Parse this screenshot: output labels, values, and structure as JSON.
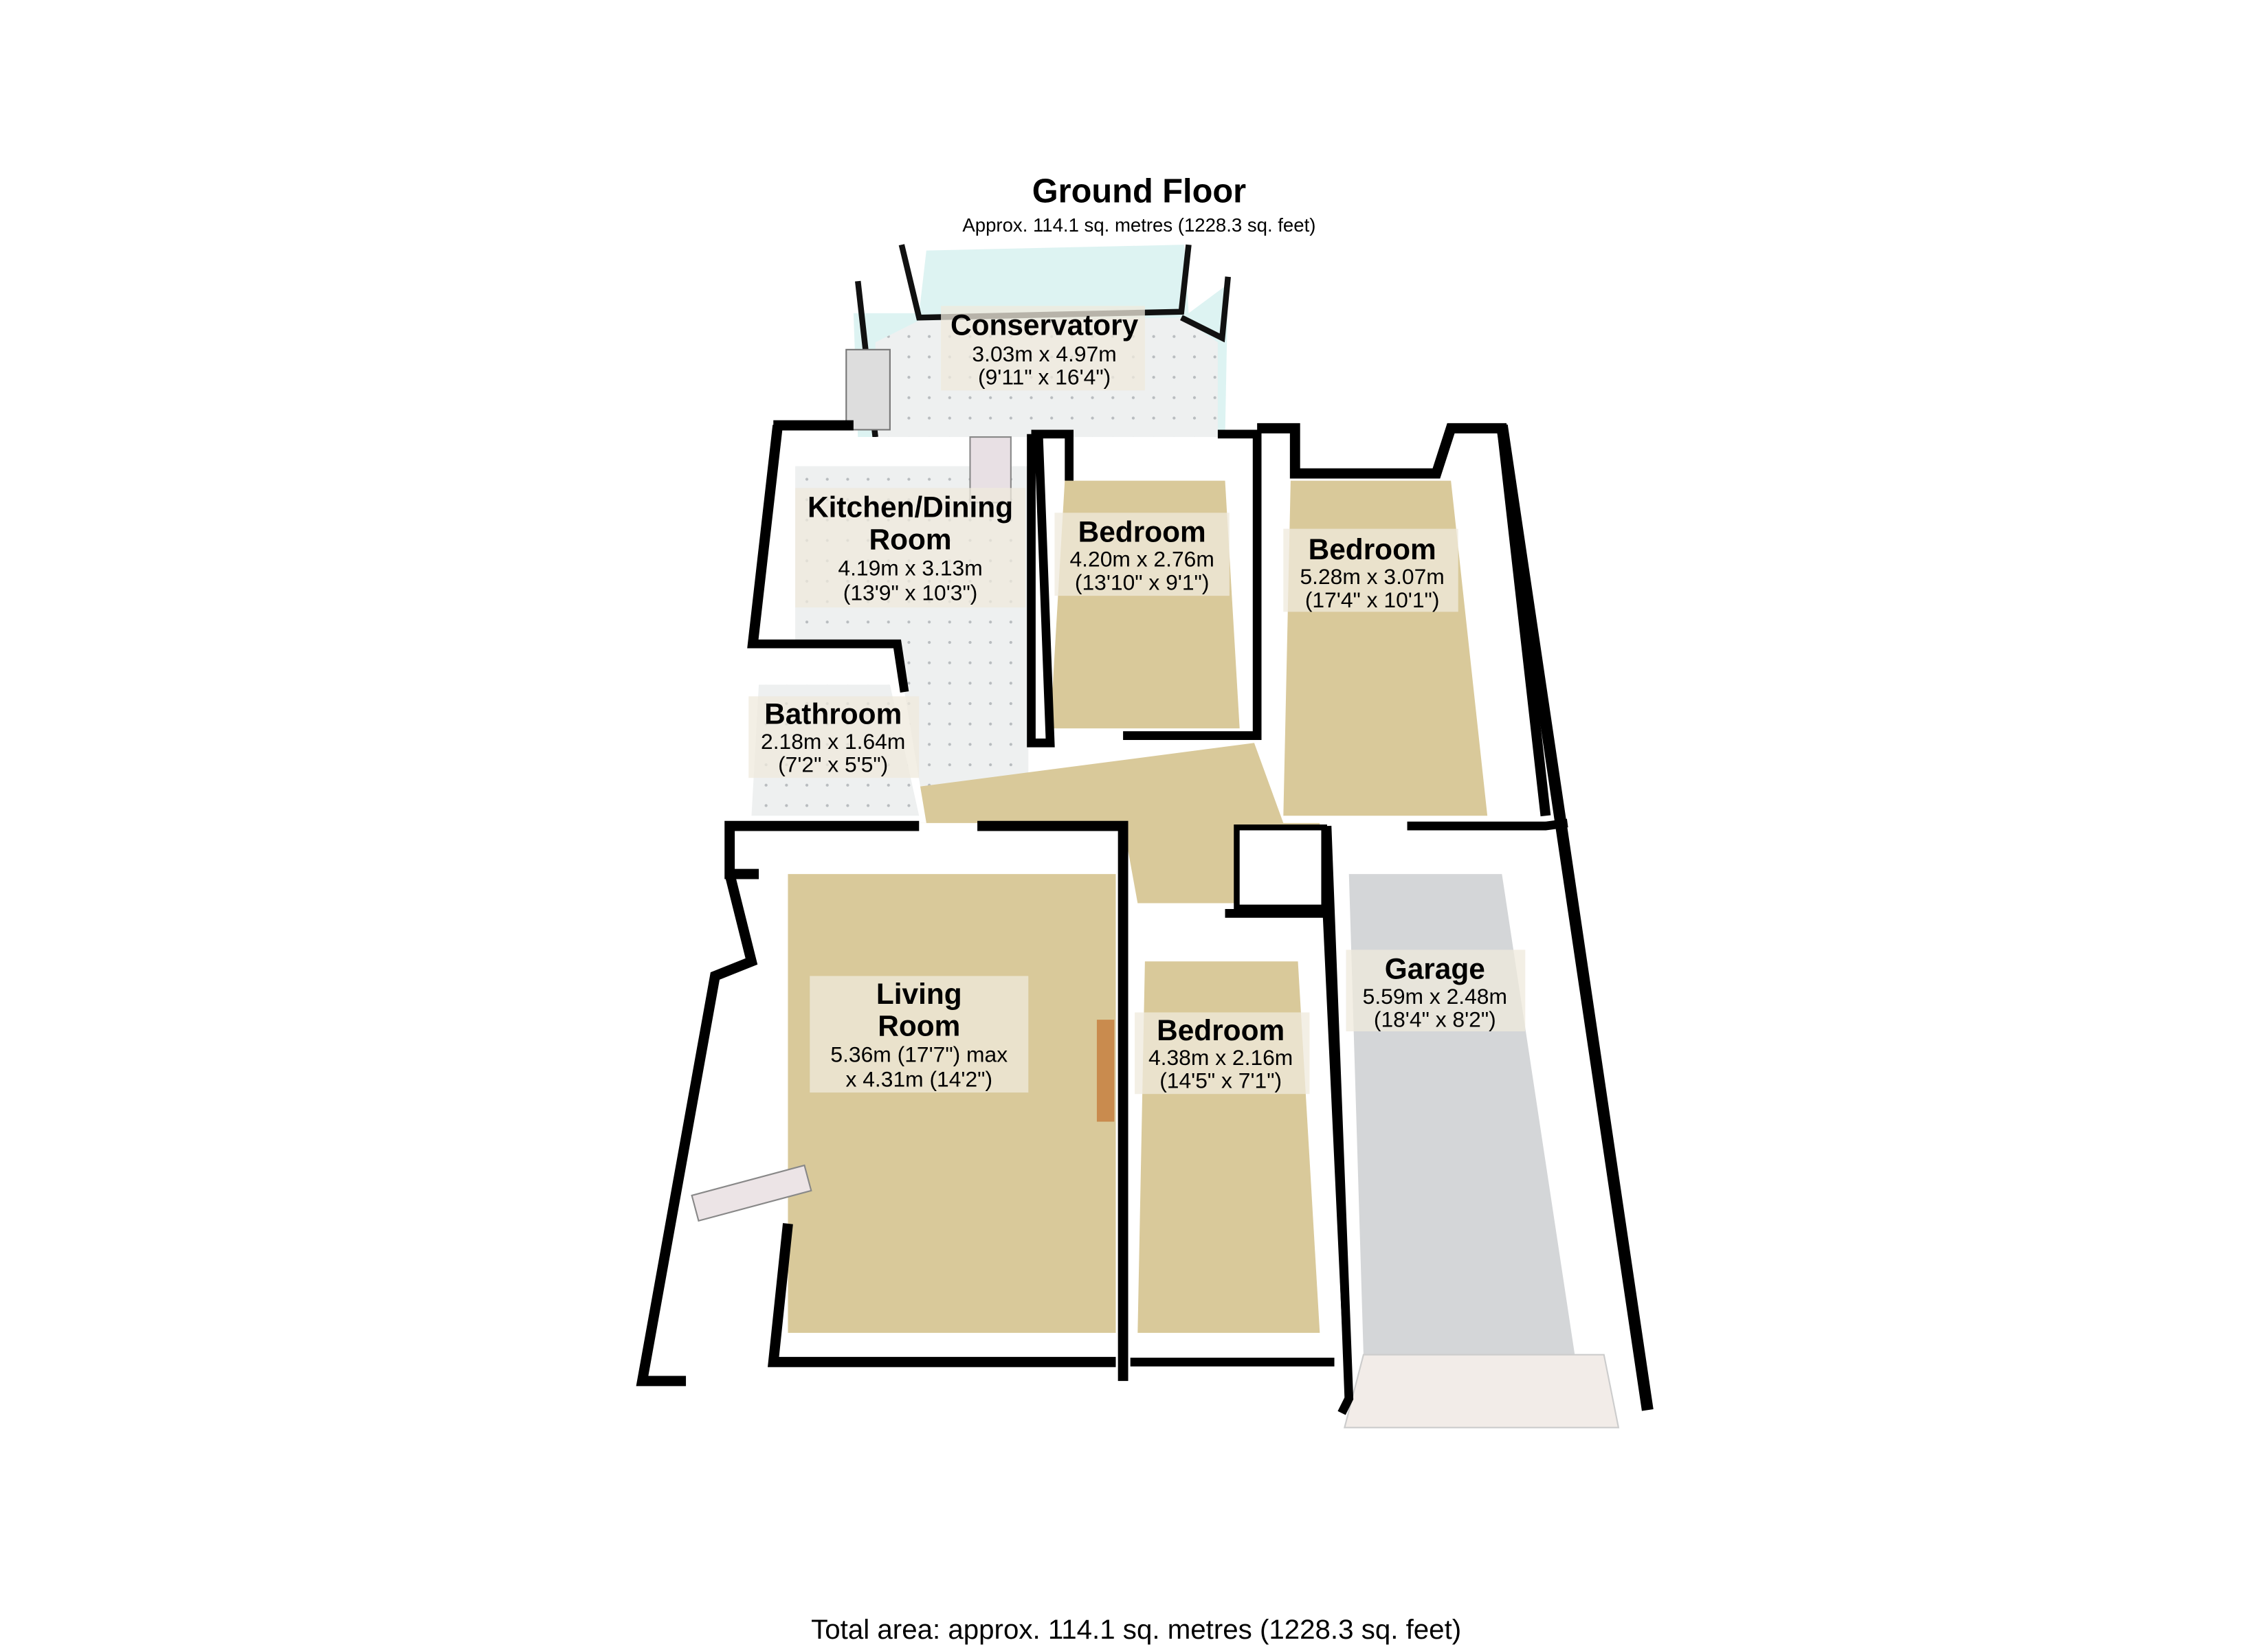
{
  "header": {
    "title": "Ground Floor",
    "subtitle": "Approx. 114.1 sq. metres (1228.3 sq. feet)"
  },
  "rooms": [
    {
      "name": "Conservatory",
      "dims_metric": "3.03m x 4.97m",
      "dims_imperial": "(9'11\" x 16'4\")"
    },
    {
      "name_line1": "Kitchen/Dining",
      "name_line2": "Room",
      "dims_metric": "4.19m x 3.13m",
      "dims_imperial": "(13'9\" x 10'3\")"
    },
    {
      "name": "Bedroom",
      "dims_metric": "4.20m x 2.76m",
      "dims_imperial": "(13'10\" x 9'1\")"
    },
    {
      "name": "Bedroom",
      "dims_metric": "5.28m x 3.07m",
      "dims_imperial": "(17'4\" x 10'1\")"
    },
    {
      "name": "Bathroom",
      "dims_metric": "2.18m x 1.64m",
      "dims_imperial": "(7'2\" x 5'5\")"
    },
    {
      "name_line1": "Living",
      "name_line2": "Room",
      "dims_line1": "5.36m (17'7\") max",
      "dims_line2": "x 4.31m (14'2\")"
    },
    {
      "name": "Bedroom",
      "dims_metric": "4.38m x 2.16m",
      "dims_imperial": "(14'5\" x 7'1\")"
    },
    {
      "name": "Garage",
      "dims_metric": "5.59m x 2.48m",
      "dims_imperial": "(18'4\" x 8'2\")"
    }
  ],
  "footer": {
    "total_area": "Total area: approx. 114.1 sq. metres (1228.3 sq. feet)"
  },
  "colors": {
    "carpet": "#d9c99a",
    "tile": "#eef0f0",
    "garage_floor": "#d4d6d8",
    "wall": "#000000",
    "glass": "#bfe6e3"
  }
}
